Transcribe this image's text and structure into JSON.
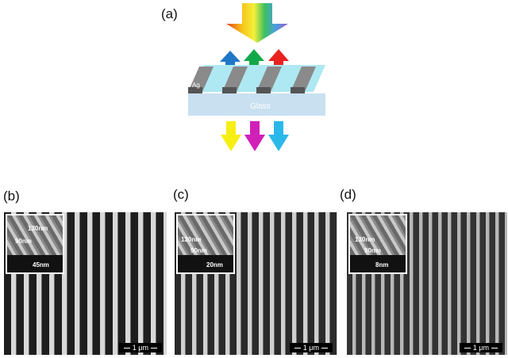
{
  "figure": {
    "panel_a": {
      "label": "(a)",
      "metal_label": "Ag",
      "substrate_label": "Glass",
      "colors": {
        "reflect_blue": "#1f77c8",
        "reflect_green": "#12a84a",
        "reflect_red": "#e8231f",
        "trans_yellow": "#f7ee12",
        "trans_magenta": "#d020b8",
        "trans_cyan": "#2ab8ea"
      }
    },
    "panels": [
      {
        "label": "(b)",
        "inset_width": "130nm",
        "inset_gap": "90nm",
        "inset_height": "45nm",
        "scale_bar": "1 μm"
      },
      {
        "label": "(c)",
        "inset_width": "130nm",
        "inset_gap": "90nm",
        "inset_height": "20nm",
        "scale_bar": "1 μm"
      },
      {
        "label": "(d)",
        "inset_width": "130nm",
        "inset_gap": "90nm",
        "inset_height": "8nm",
        "scale_bar": "1 μm"
      }
    ]
  }
}
